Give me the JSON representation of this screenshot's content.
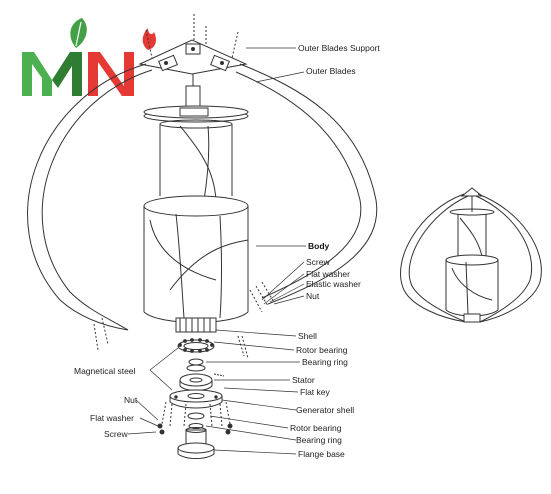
{
  "logo": {
    "text": "MN",
    "colors": {
      "m_left": "#4caf50",
      "m_right": "#2e7d32",
      "n_main": "#e53935",
      "leaf": "#43a047",
      "flame": "#e53935"
    }
  },
  "parts": {
    "outer_blades_support": "Outer Blades Support",
    "outer_blades": "Outer Blades",
    "body": "Body",
    "screw_top": "Screw",
    "flat_washer_top": "Flat washer",
    "elastic_washer": "Elastic washer",
    "nut_top": "Nut",
    "shell": "Shell",
    "rotor_bearing_top": "Rotor bearing",
    "bearing_ring_top": "Bearing ring",
    "magnetical_steel": "Magnetical steel",
    "stator": "Stator",
    "flat_key": "Flat key",
    "nut_bottom": "Nut",
    "generator_shell": "Generator shell",
    "flat_washer_bottom": "Flat washer",
    "rotor_bearing_bottom": "Rotor bearing",
    "screw_bottom": "Screw",
    "bearing_ring_bottom": "Bearing ring",
    "flange_base": "Flange base"
  },
  "colors": {
    "line": "#333333",
    "label": "#222222"
  }
}
